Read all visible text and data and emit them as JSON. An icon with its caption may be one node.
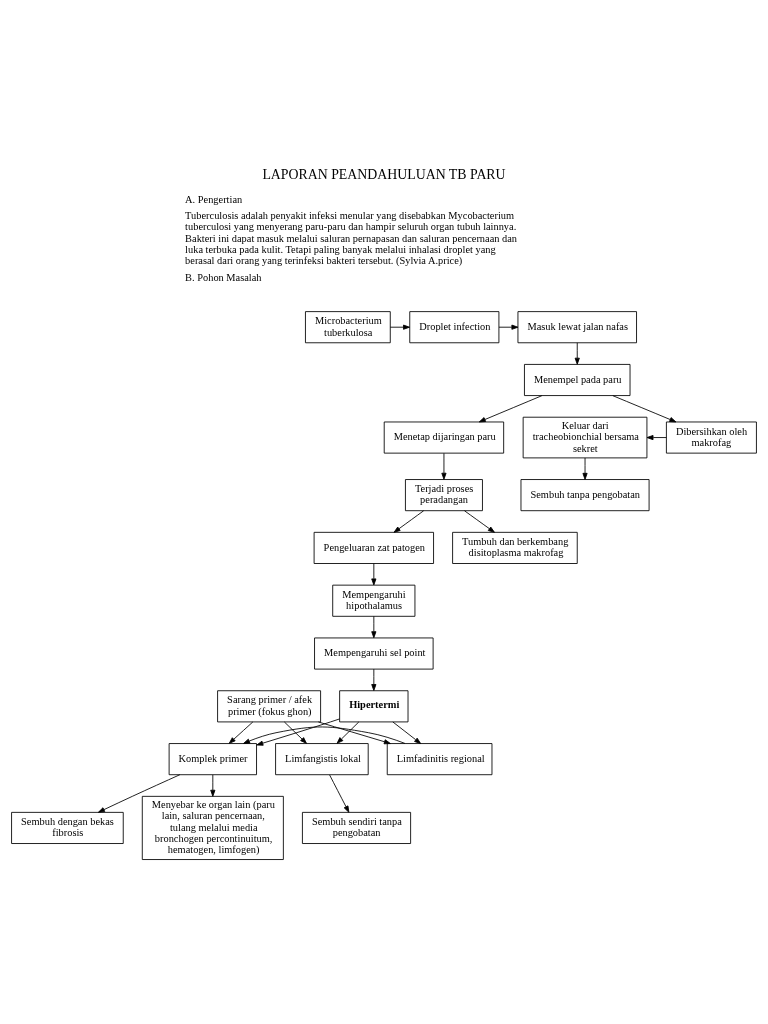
{
  "diagram": {
    "title": "LAPORAN PEANDAHULUAN TB PARU",
    "labels": [
      "A. Pengertian",
      "Tuberculosis adalah penyakit infeksi menular yang disebabkan Mycobacterium tuberculosi yang menyerang paru-paru dan hampir seluruh organ tubuh lainnya. Bakteri ini dapat masuk melalui saluran pernapasan dan saluran pencernaan dan luka terbuka pada kulit. Tetapi paling banyak melalui inhalasi droplet yang berasal dari orang yang terinfeksi bakteri tersebut. (Sylvia A.price)",
      "B. Pohon Masalah"
    ],
    "nodes": [
      {
        "text": [
          "Microbacterium tuberkulosa"
        ]
      },
      {
        "text": [
          "Droplet infection"
        ]
      },
      {
        "text": [
          "Masuk lewat jalan nafas"
        ]
      },
      {
        "text": [
          "Menempel pada paru"
        ]
      },
      {
        "text": [
          "Keluar dari tracheobionchial bersama sekret"
        ]
      },
      {
        "text": [
          "Dibersihkan oleh makrofag"
        ]
      },
      {
        "text": [
          "Menetap dijaringan paru"
        ]
      },
      {
        "text": [
          "Sembuh tanpa pengobatan"
        ]
      },
      {
        "text": [
          "Terjadi proses peradangan"
        ]
      },
      {
        "text": [
          "Pengeluaran zat patogen"
        ]
      },
      {
        "text": [
          "Tumbuh dan berkembang disitoplasma makrofag"
        ]
      },
      {
        "text": [
          "Mempengaruhi hipothalamus"
        ]
      },
      {
        "text": [
          "Sarang primer / afek primer (fokus ghon)"
        ]
      },
      {
        "text": [
          "Mempengaruhi sel point"
        ]
      },
      {
        "text": [
          "Hipertermi"
        ]
      },
      {
        "text": [
          "Komplek primer"
        ]
      },
      {
        "text": [
          "Limfangistis lokal"
        ]
      },
      {
        "text": [
          "Limfadinitis regional"
        ]
      },
      {
        "text": [
          "Menyebar ke organ lain (paru lain, saluran pencernaan, tulang melalui media bronchogen percontinuitum, hematogen, limfogen)"
        ]
      },
      {
        "text": [
          "Sembuh sendiri tanpa pengobatan"
        ]
      },
      {
        "text": [
          "Sembuh dengan bekas fibrosis"
        ]
      }
    ],
    "edges": [
      {
        "from": 0,
        "to": 1,
        "arrow": "to"
      },
      {
        "from": 1,
        "to": 2,
        "arrow": "to"
      },
      {
        "from": 2,
        "to": 3,
        "arrow": "to"
      },
      {
        "from": 3,
        "to": 5,
        "arrow": "to"
      },
      {
        "from": 3,
        "to": 6,
        "arrow": "to"
      },
      {
        "from": 5,
        "to": 4,
        "arrow": "to"
      },
      {
        "from": 4,
        "to": 7,
        "arrow": "to"
      },
      {
        "from": 6,
        "to": 8,
        "arrow": "to"
      },
      {
        "from": 8,
        "to": 9,
        "arrow": "to"
      },
      {
        "from": 8,
        "to": 10,
        "arrow": "to"
      },
      {
        "from": 9,
        "to": 11,
        "arrow": "to"
      },
      {
        "from": 11,
        "to": 13,
        "arrow": "to"
      },
      {
        "from": 13,
        "to": 14,
        "arrow": "to"
      },
      {
        "from": 14,
        "to": 15,
        "arrow": "to"
      },
      {
        "from": 14,
        "to": 16,
        "arrow": "to"
      },
      {
        "from": 14,
        "to": 17,
        "arrow": "to"
      },
      {
        "from": 12,
        "to": 15,
        "arrow": "to"
      },
      {
        "from": 12,
        "to": 16,
        "arrow": "to"
      },
      {
        "from": 12,
        "to": 17,
        "arrow": "to"
      },
      {
        "from": 15,
        "to": 18,
        "arrow": "to"
      },
      {
        "from": 15,
        "to": 20,
        "arrow": "to"
      },
      {
        "from": 17,
        "to": 15,
        "arrow": "to"
      },
      {
        "from": 16,
        "to": 19,
        "arrow": "to"
      }
    ]
  }
}
